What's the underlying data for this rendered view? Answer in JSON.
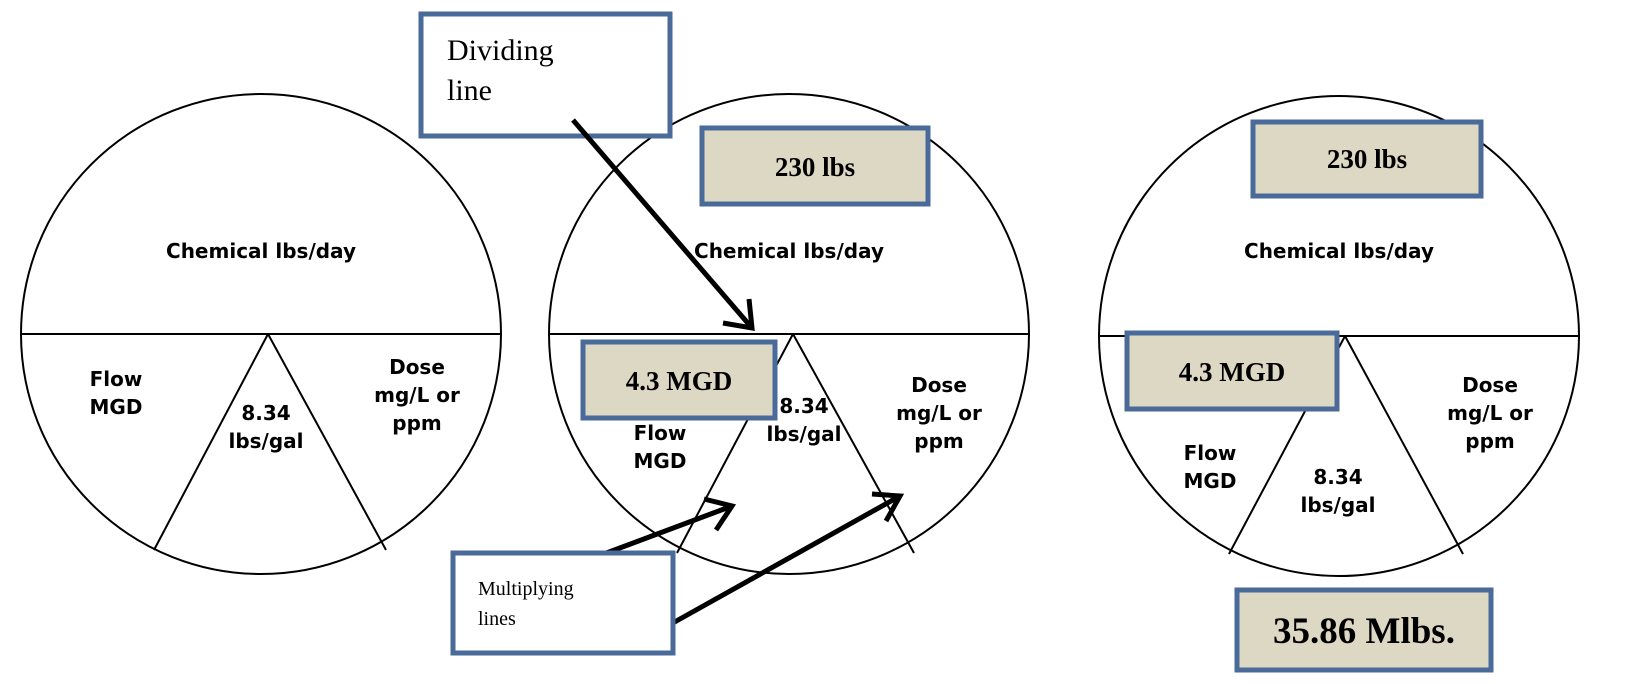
{
  "wheel_labels": {
    "top": "Chemical lbs/day",
    "flow_line1": "Flow",
    "flow_line2": "MGD",
    "center_line1": "8.34",
    "center_line2": "lbs/gal",
    "dose_line1": "Dose",
    "dose_line2": "mg/L or",
    "dose_line3": "ppm"
  },
  "values": {
    "chemical": "230 lbs",
    "flow": "4.3 MGD",
    "result": "35.86 Mlbs."
  },
  "callouts": {
    "dividing_line1": "Dividing",
    "dividing_line2": "line",
    "multiplying_line1": "Multiplying",
    "multiplying_line2": "lines"
  },
  "colors": {
    "value_box_fill": "#ddd8c4",
    "box_border": "#4a6a9a"
  }
}
